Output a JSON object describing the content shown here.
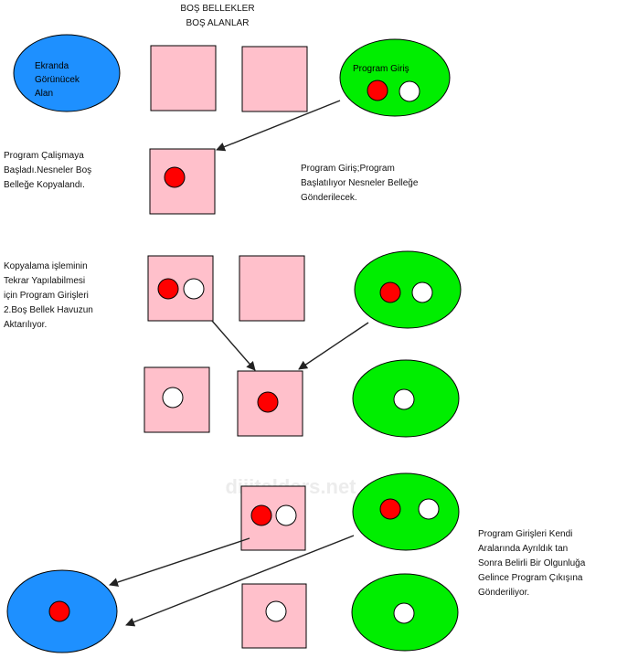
{
  "colors": {
    "box_fill": "#ffc0cb",
    "box_stroke": "#000000",
    "blue_fill": "#1e90ff",
    "green_fill": "#00ee00",
    "red_ball": "#ff0000",
    "white_ball": "#ffffff",
    "arrow": "#222222",
    "watermark": "#ececec"
  },
  "header": {
    "line1": "BOŞ BELLEKLER",
    "line2": "BOŞ ALANLAR"
  },
  "screen_area": {
    "line1": "Ekranda",
    "line2": "Görünücek",
    "line3": "Alan"
  },
  "program_input_label": "Program Giriş",
  "notes": {
    "step1": {
      "line1": "Program Çalişmaya",
      "line2": "Başladı.Nesneler Boş",
      "line3": "Belleğe Kopyalandı."
    },
    "step1_right": {
      "line1": "Program Giriş;Program",
      "line2": "Başlatılıyor Nesneler Belleğe",
      "line3": "Gönderilecek."
    },
    "step2": {
      "line1": "Kopyalama işleminin",
      "line2": "Tekrar Yapılabilmesi",
      "line3": "için Program Girişleri",
      "line4": "2.Boş Bellek Havuzuna",
      "line5": "Aktarılıyor."
    },
    "step3": {
      "line1": "Program Girişleri Kendi",
      "line2": "Aralarında Ayrıldık tan",
      "line3": "Sonra Belirli Bir Olgunluğa",
      "line4": "Gelince Program Çıkışına",
      "line5": "Gönderiliyor."
    }
  },
  "watermark": "dijitalders.net"
}
